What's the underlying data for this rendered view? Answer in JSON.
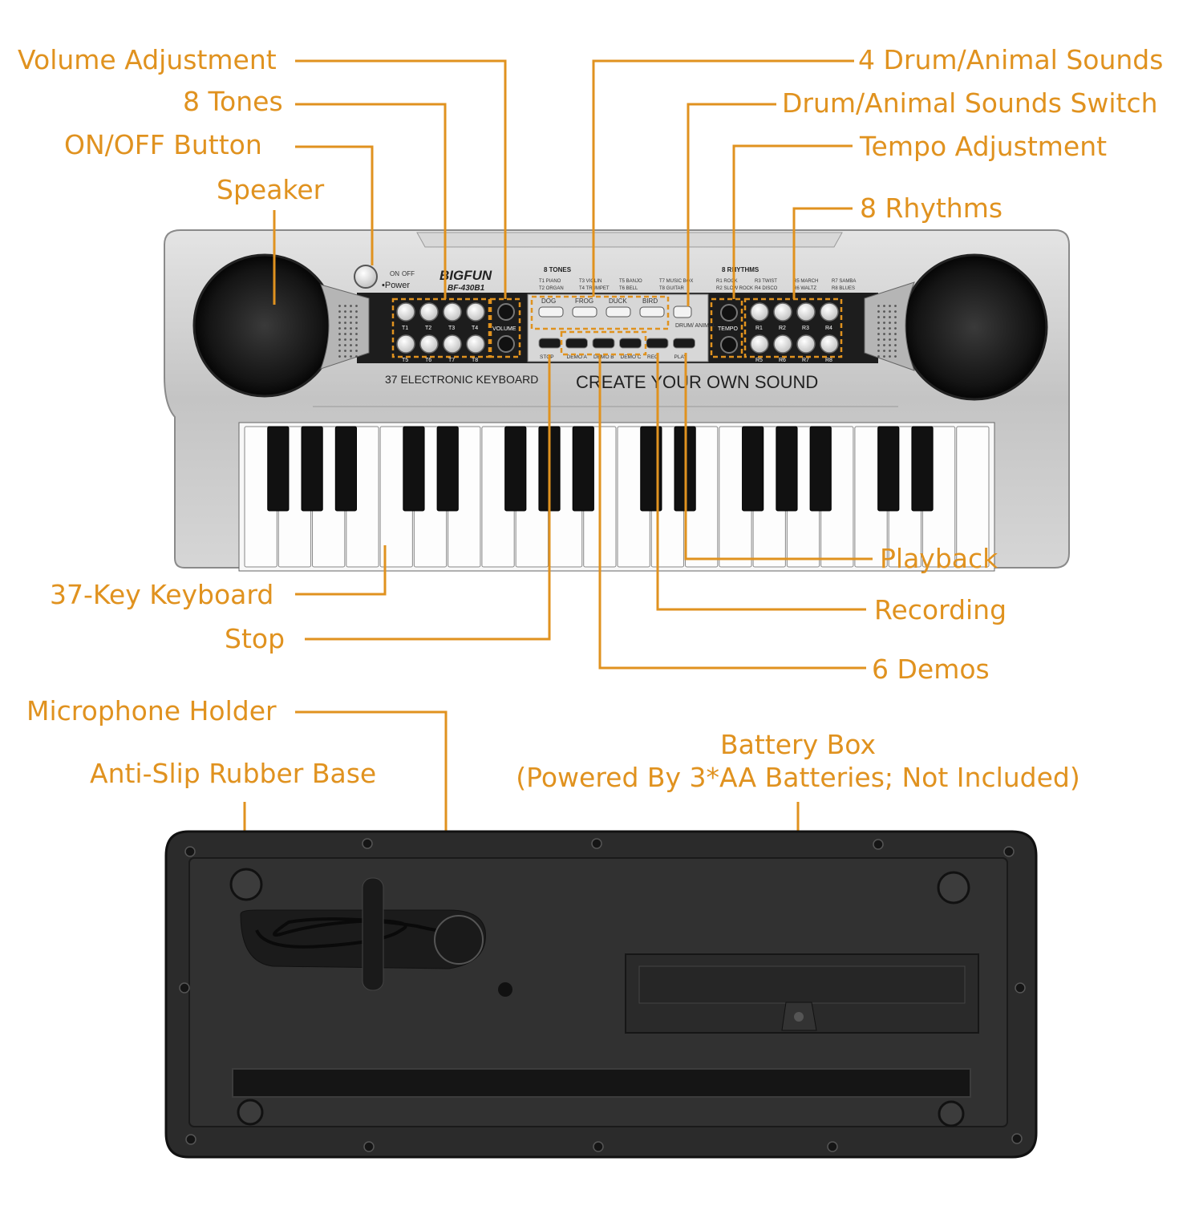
{
  "colors": {
    "callout": "#e0921f",
    "body_silver": "#c9c9c9",
    "panel_dark": "#1c1c1c",
    "base_dark": "#2b2b2b"
  },
  "callouts": {
    "volume": "Volume Adjustment",
    "tones": "8 Tones",
    "onoff": "ON/OFF Button",
    "speaker": "Speaker",
    "drum_sounds": "4 Drum/Animal Sounds",
    "drum_switch": "Drum/Animal Sounds Switch",
    "tempo": "Tempo Adjustment",
    "rhythms": "8 Rhythms",
    "keyboard": "37-Key Keyboard",
    "stop": "Stop",
    "playback": "Playback",
    "recording": "Recording",
    "demos": "6 Demos",
    "mic_holder": "Microphone Holder",
    "rubber_base": "Anti-Slip Rubber Base",
    "battery_line1": "Battery Box",
    "battery_line2": "(Powered By 3*AA Batteries; Not Included)"
  },
  "device": {
    "brand": "BIGFUN",
    "model": "BF-430B1",
    "power_on": "ON",
    "power_off": "OFF",
    "power_label": "•Power",
    "volume_label": "VOLUME",
    "tones_header": "8 TONES",
    "tone_names": [
      "T1 PIANO",
      "T2 ORGAN",
      "T3 VIOLIN",
      "T4 TRUMPET",
      "T5 BANJO",
      "T6 BELL",
      "T7 MUSIC BOX",
      "T8 GUITAR"
    ],
    "tone_buttons_top": [
      "T1",
      "T2",
      "T3",
      "T4"
    ],
    "tone_buttons_bottom": [
      "T5",
      "T6",
      "T7",
      "T8"
    ],
    "drum_buttons": [
      "DOG",
      "FROG",
      "DUCK",
      "BIRD"
    ],
    "drum_switch_label": "DRUM/ ANIMAL",
    "function_buttons": [
      "STOP",
      "DEMO A",
      "DEMO B",
      "DEMO C",
      "REC",
      "PLAY"
    ],
    "tempo_label": "TEMPO",
    "rhythms_header": "8 RHYTHMS",
    "rhythm_names": [
      "R1 ROCK",
      "R2 SLOW ROCK",
      "R3 TWIST",
      "R4 DISCO",
      "R5 MARCH",
      "R6 WALTZ",
      "R7 SAMBA",
      "R8 BLUES"
    ],
    "rhythm_buttons_top": [
      "R1",
      "R2",
      "R3",
      "R4"
    ],
    "rhythm_buttons_bottom": [
      "R5",
      "R6",
      "R7",
      "R8"
    ],
    "model_text": "37 ELECTRONIC KEYBOARD",
    "slogan": "CREATE YOUR OWN SOUND",
    "white_key_count": 22
  }
}
